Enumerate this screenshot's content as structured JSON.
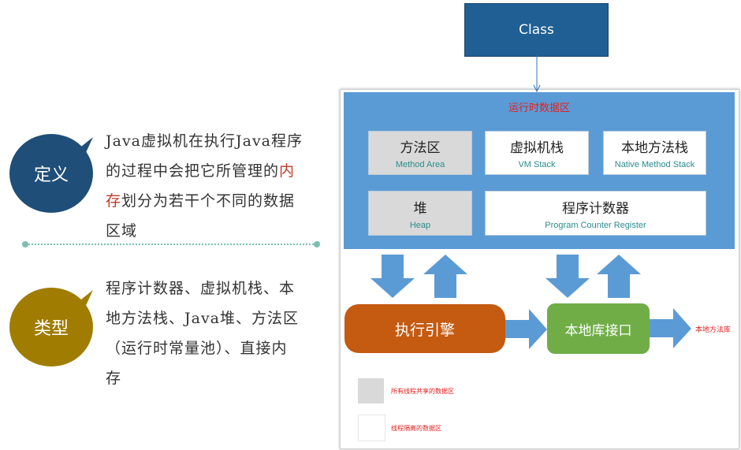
{
  "left": {
    "definition": {
      "badge": "定义",
      "line1": "Java虚拟机在执行Java程序",
      "line2_pre": "的过程中会把它所管理的",
      "line2_red": "内",
      "line3_red": "存",
      "line3_post": "划分为若干个不同的数据",
      "line4": "区域"
    },
    "types": {
      "badge": "类型",
      "line1": "程序计数器、虚拟机栈、本",
      "line2": "地方法栈、Java堆、方法区",
      "line3": "（运行时常量池）、直接内",
      "line4": "存"
    }
  },
  "diagram": {
    "class_label": "Class",
    "runtime_title": "运行时数据区",
    "areas": [
      {
        "title": "方法区",
        "subtitle": "Method Area",
        "kind": "shared"
      },
      {
        "title": "虚拟机栈",
        "subtitle": "VM Stack",
        "kind": "private"
      },
      {
        "title": "本地方法栈",
        "subtitle": "Native Method Stack",
        "kind": "private"
      },
      {
        "title": "堆",
        "subtitle": "Heap",
        "kind": "shared"
      },
      {
        "title": "程序计数器",
        "subtitle": "Program Counter Register",
        "kind": "private"
      }
    ],
    "execution_engine": "执行引擎",
    "native_interface": "本地库接口",
    "native_library": "本地方法库",
    "legend": {
      "shared": "所有线程共享的数据区",
      "private": "线程隔离的数据区"
    },
    "colors": {
      "class_box": "#1f5f94",
      "runtime_area": "#5b9bd5",
      "arrow": "#5b9bd5",
      "engine": "#c55a11",
      "native_interface": "#70ad47",
      "accent_red": "#e32020",
      "definition_badge": "#1f4e79",
      "types_badge": "#a07d00"
    }
  }
}
